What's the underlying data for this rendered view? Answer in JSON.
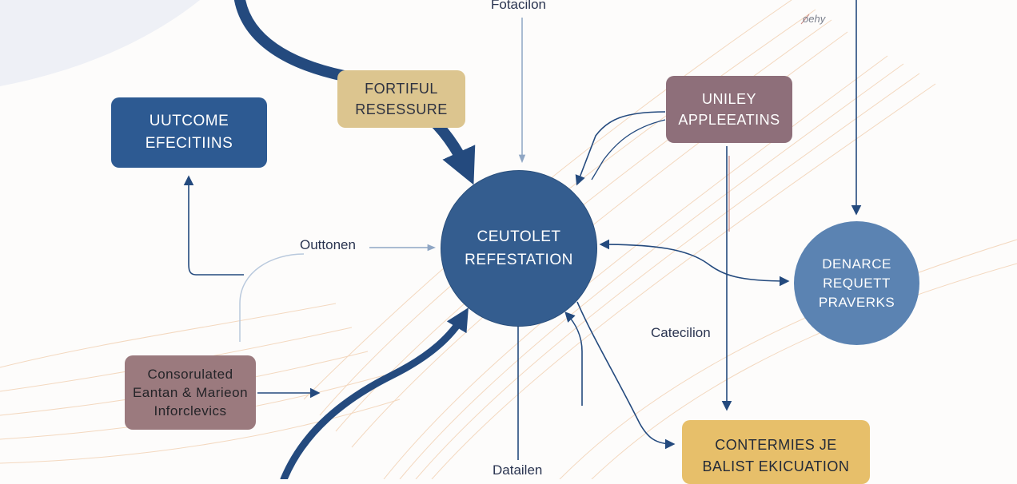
{
  "nodes": {
    "outcome_efections": {
      "line1": "UUTCOME",
      "line2": "EFECITIINS"
    },
    "fortiful_resessure": {
      "line1": "FORTIFUL",
      "line2": "RESESSURE"
    },
    "uniley_applecatins": {
      "line1": "UNILEY",
      "line2": "APPLEEATINS"
    },
    "center": {
      "line1": "CEUTOLET",
      "line2": "REFESTATION"
    },
    "denarce": {
      "line1": "DENARCE",
      "line2": "REQUETT",
      "line3": "PRAVERKS"
    },
    "consorulated": {
      "line1": "Consorulated",
      "line2": "Eantan & Marieon",
      "line3": "Inforclevics"
    },
    "contermies": {
      "line1": "CONTERMIES JE",
      "line2": "BALIST EKICUATION"
    }
  },
  "labels": {
    "top": "Fotacilon",
    "left": "Outtonen",
    "right": "Catecilion",
    "bottom": "Datailen",
    "corner": "oehy"
  },
  "colors": {
    "navy": "#2d5a92",
    "dark_arrow": "#244a7e",
    "tan": "#dcc58f",
    "mauve": "#8e6f7a",
    "gold": "#e7bf6a",
    "blue_circle": "#5b83b2",
    "orange_lines": "#f0c9a6"
  }
}
